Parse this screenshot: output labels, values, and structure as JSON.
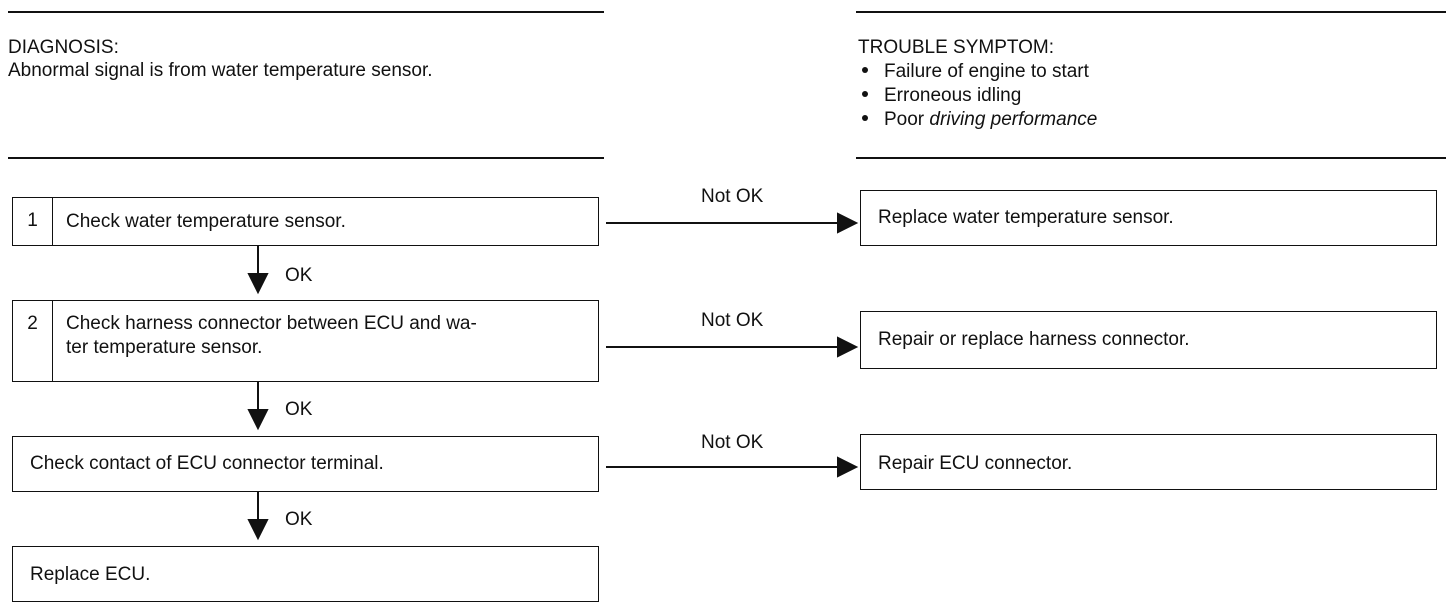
{
  "diagnosis": {
    "heading": "DIAGNOSIS:",
    "text": "Abnormal signal is from water temperature sensor."
  },
  "symptom": {
    "heading": "TROUBLE SYMPTOM:",
    "items": [
      {
        "text": "Failure of engine to start"
      },
      {
        "text": "Erroneous idling"
      },
      {
        "prefix": "Poor ",
        "italic": "driving performance"
      }
    ]
  },
  "steps": [
    {
      "number": "1",
      "text": "Check water temperature sensor."
    },
    {
      "number": "2",
      "line1": "Check harness connector between ECU and wa-",
      "line2": "ter temperature sensor."
    },
    {
      "text": "Check contact of ECU connector terminal."
    },
    {
      "text": "Replace ECU."
    }
  ],
  "ok_label": "OK",
  "not_ok_label": "Not OK",
  "actions": [
    {
      "text": "Replace water temperature sensor."
    },
    {
      "text": "Repair or replace harness connector."
    },
    {
      "text": "Repair ECU connector."
    }
  ]
}
